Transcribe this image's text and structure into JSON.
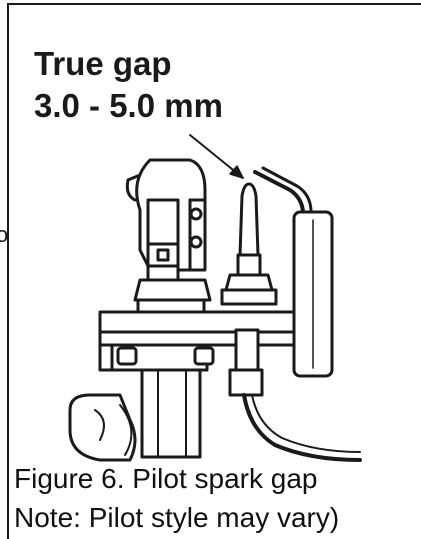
{
  "figure": {
    "label_title": "True gap",
    "label_range": "3.0 - 5.0 mm",
    "caption_line1": "Figure 6. Pilot spark gap",
    "caption_line2": "Note: Pilot style may vary)",
    "stray_mark": "o"
  },
  "colors": {
    "ink": "#1a1a1a",
    "background": "#ffffff"
  }
}
